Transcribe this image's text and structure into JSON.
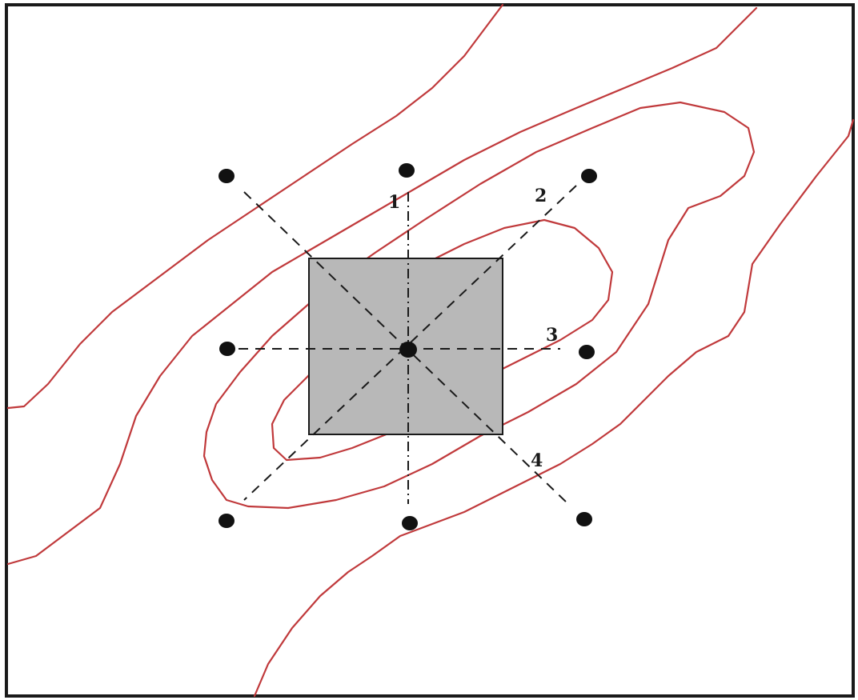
{
  "colors": {
    "contour": "#c0393b",
    "cell_fill": "#b8b8b8",
    "frame": "#1a1a1a",
    "node": "#111111"
  },
  "direction_labels": [
    "1",
    "2",
    "3",
    "4"
  ]
}
